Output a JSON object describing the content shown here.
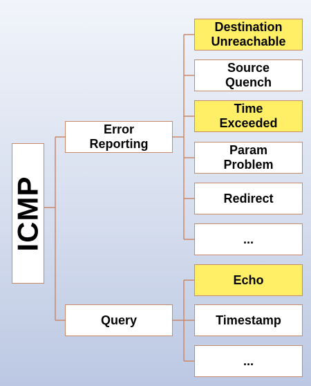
{
  "colors": {
    "connector": "#c8886a",
    "box_border": "#c8886a",
    "box_fill": "#ffffff",
    "highlight_fill": "#ffef66"
  },
  "root": {
    "label": "ICMP"
  },
  "categories": [
    {
      "label": "Error\nReporting",
      "items": [
        {
          "label": "Destination\nUnreachable",
          "highlight": true
        },
        {
          "label": "Source\nQuench",
          "highlight": false
        },
        {
          "label": "Time\nExceeded",
          "highlight": true
        },
        {
          "label": "Param\nProblem",
          "highlight": false
        },
        {
          "label": "Redirect",
          "highlight": false
        },
        {
          "label": "...",
          "highlight": false
        }
      ]
    },
    {
      "label": "Query",
      "items": [
        {
          "label": "Echo",
          "highlight": true
        },
        {
          "label": "Timestamp",
          "highlight": false
        },
        {
          "label": "...",
          "highlight": false
        }
      ]
    }
  ]
}
